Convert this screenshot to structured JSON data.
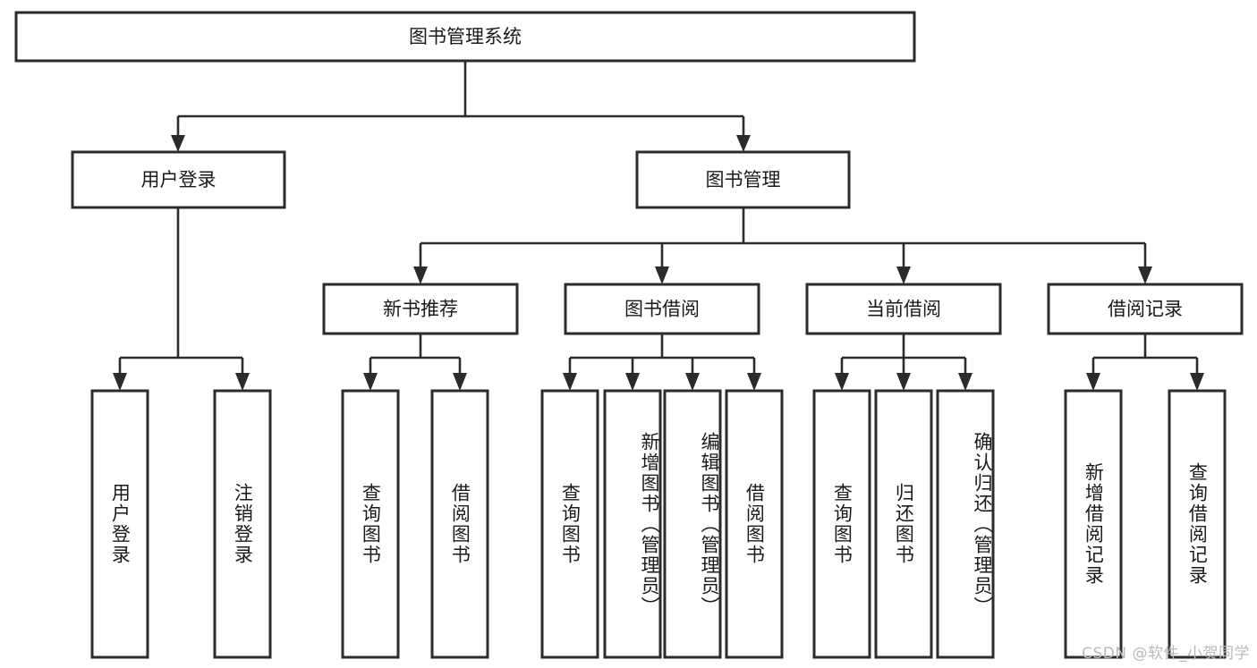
{
  "diagram": {
    "title": "图书管理系统",
    "type": "tree-hierarchy-chart",
    "watermark": "CSDN @软件_小贺同学",
    "colors": {
      "box_stroke": "#2b2b2b",
      "box_fill": "#ffffff",
      "connector": "#2b2b2b",
      "text": "#1a1a1a",
      "watermark": "#b9b9b9",
      "background": "#ffffff"
    },
    "root": {
      "label": "图书管理系统"
    },
    "level2": [
      {
        "label": "用户登录"
      },
      {
        "label": "图书管理"
      }
    ],
    "level3": [
      {
        "label": "新书推荐"
      },
      {
        "label": "图书借阅"
      },
      {
        "label": "当前借阅"
      },
      {
        "label": "借阅记录"
      }
    ],
    "leaves": {
      "user_login": [
        {
          "label": "用户登录"
        },
        {
          "label": "注销登录"
        }
      ],
      "new_book_recommend": [
        {
          "label": "查询图书"
        },
        {
          "label": "借阅图书"
        }
      ],
      "book_borrow": [
        {
          "label": "查询图书"
        },
        {
          "label": "新增图书（管理员）"
        },
        {
          "label": "编辑图书（管理员）"
        },
        {
          "label": "借阅图书"
        }
      ],
      "current_borrow": [
        {
          "label": "查询图书"
        },
        {
          "label": "归还图书"
        },
        {
          "label": "确认归还（管理员）"
        }
      ],
      "borrow_records": [
        {
          "label": "新增借阅记录"
        },
        {
          "label": "查询借阅记录"
        }
      ]
    }
  }
}
